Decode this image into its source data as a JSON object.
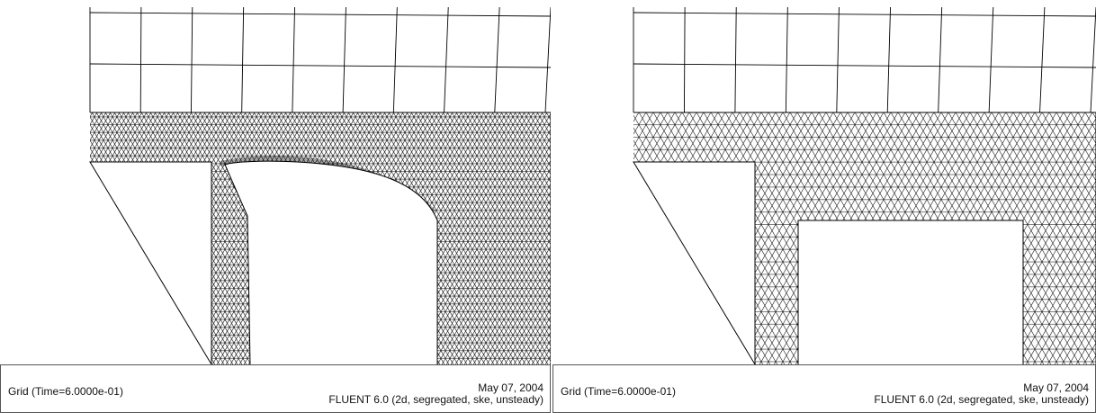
{
  "panels": [
    {
      "id": "left",
      "caption": {
        "left": "Grid  (Time=6.0000e-01)",
        "date": "May 07, 2004",
        "solver": "FLUENT 6.0 (2d, segregated, ske, unsteady)"
      }
    },
    {
      "id": "right",
      "caption": {
        "left": "Grid  (Time=6.0000e-01)",
        "date": "May 07, 2004",
        "solver": "FLUENT 6.0 (2d, segregated, ske, unsteady)"
      }
    }
  ],
  "colors": {
    "mesh_line": "#000000",
    "background": "#ffffff",
    "caption_border": "#555555"
  }
}
